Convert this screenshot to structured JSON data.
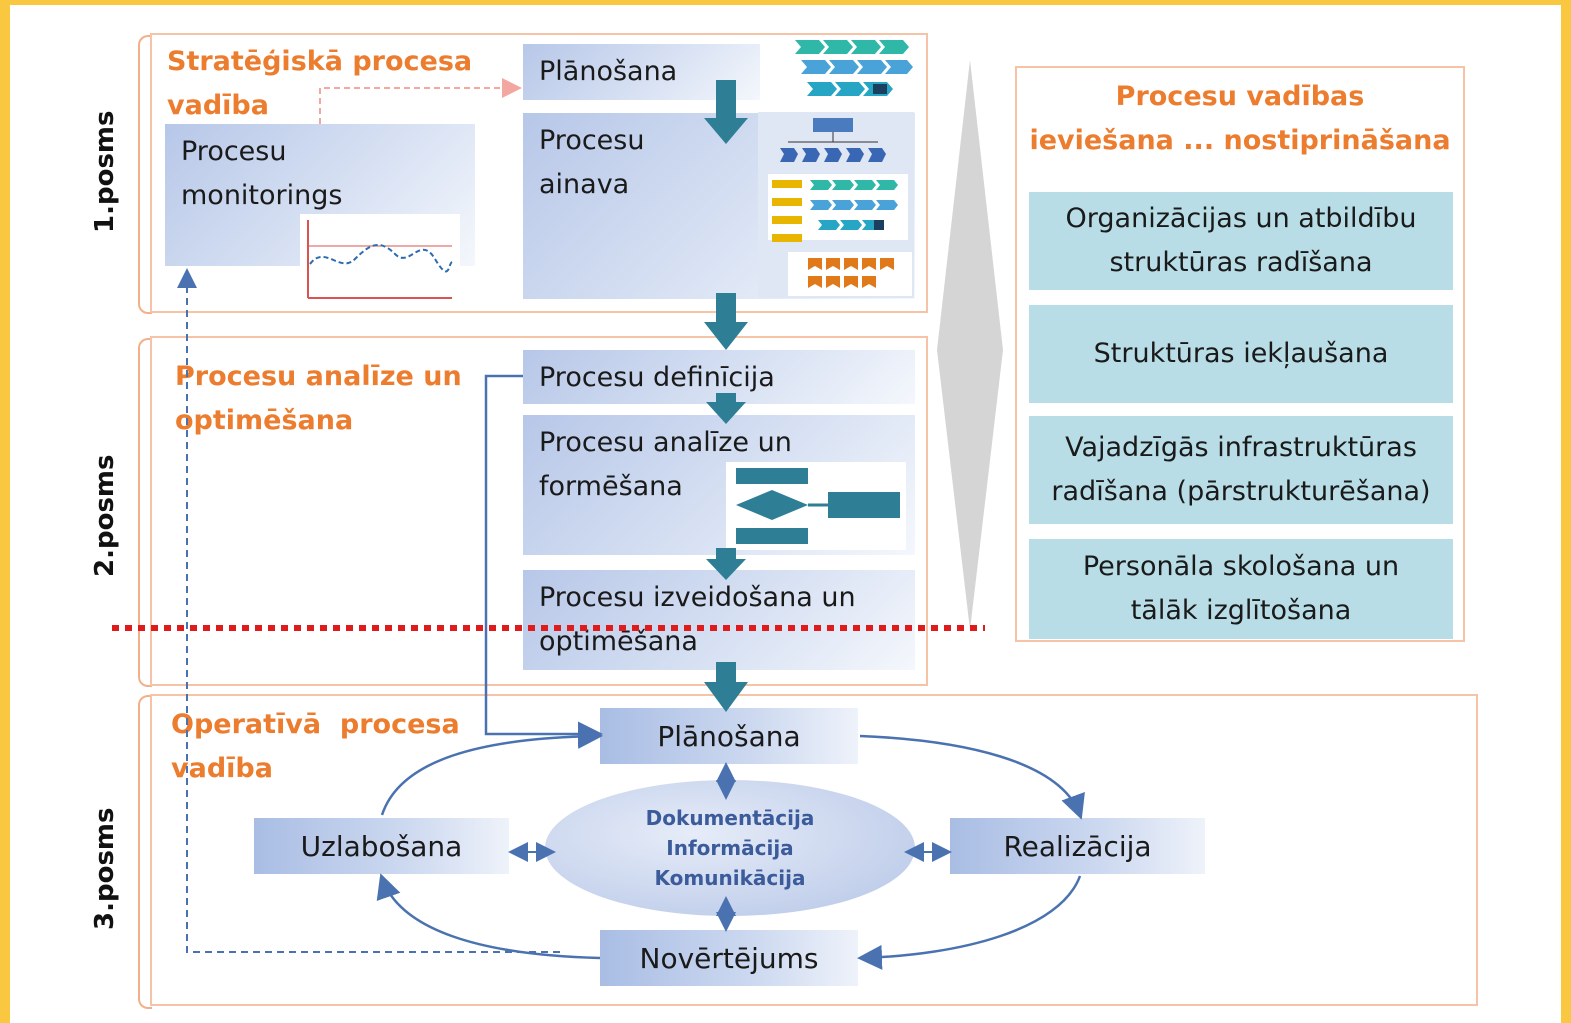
{
  "stages": [
    "1.posms",
    "2.posms",
    "3.posms"
  ],
  "section1": {
    "title_line1": "Stratēģiskā procesa",
    "title_line2": "vadība",
    "monitoring_line1": "Procesu",
    "monitoring_line2": "monitorings",
    "planning": "Plānošana",
    "landscape_line1": "Procesu",
    "landscape_line2": "ainava"
  },
  "section2": {
    "title_line1": "Procesu analīze un",
    "title_line2": "optimēšana",
    "definition": "Procesu definīcija",
    "analysis_line1": "Procesu analīze un",
    "analysis_line2": "formēšana",
    "creation_line1": "Procesu izveidošana un",
    "creation_line2": "optimēšana"
  },
  "section3": {
    "title_line1": "Operatīvā  procesa",
    "title_line2": "vadība",
    "planning": "Plānošana",
    "improvement": "Uzlabošana",
    "realization": "Realizācija",
    "evaluation": "Novērtējums",
    "center_lines": [
      "Dokumentācija",
      "Informācija",
      "Komunikācija"
    ]
  },
  "right_panel": {
    "title_line1": "Procesu vadības",
    "title_line2": "ieviešana ... nostiprināšana",
    "items": [
      {
        "line1": "Organizācijas un  atbildību",
        "line2": "struktūras radīšana"
      },
      {
        "line1": "Struktūras iekļaušana",
        "line2": ""
      },
      {
        "line1": "Vajadzīgās infrastruktūras",
        "line2": "radīšana (pārstrukturēšana)"
      },
      {
        "line1": "Personāla skološana un",
        "line2": "tālāk izglītošana"
      }
    ]
  },
  "colors": {
    "accent_orange": "#ec7c2e",
    "arrow_teal": "#2e7f95",
    "teal_box": "#b8dde6",
    "frame_yellow": "#f9c840",
    "divider_red": "#e01b1b"
  }
}
